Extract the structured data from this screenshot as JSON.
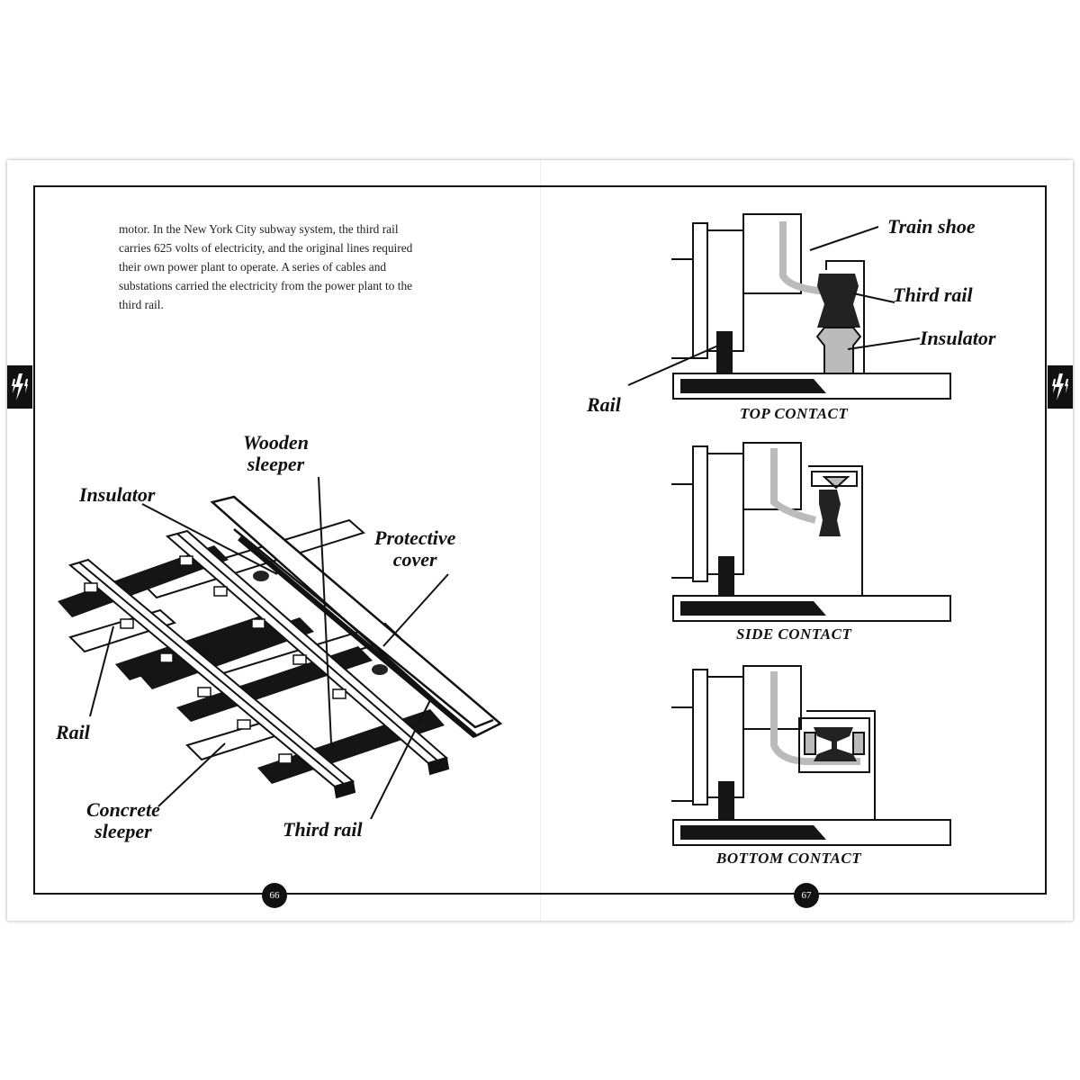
{
  "page": {
    "left_paragraph": "motor. In the New York City subway system, the third rail carries 625 volts of electricity, and the original lines required their own power plant to operate. A series of cables and substations carried the electricity from the power plant to the third rail.",
    "left_page_number": "66",
    "right_page_number": "67"
  },
  "track_diagram": {
    "labels": {
      "wooden_sleeper": "Wooden sleeper",
      "insulator": "Insulator",
      "protective_cover": "Protective cover",
      "rail": "Rail",
      "concrete_sleeper": "Concrete sleeper",
      "third_rail": "Third rail"
    }
  },
  "contact_diagrams": {
    "labels": {
      "train_shoe": "Train shoe",
      "third_rail": "Third rail",
      "insulator": "Insulator",
      "rail": "Rail"
    },
    "captions": {
      "top": "TOP CONTACT",
      "side": "SIDE CONTACT",
      "bottom": "BOTTOM CONTACT"
    }
  },
  "icons": [
    "lightning-icon"
  ]
}
